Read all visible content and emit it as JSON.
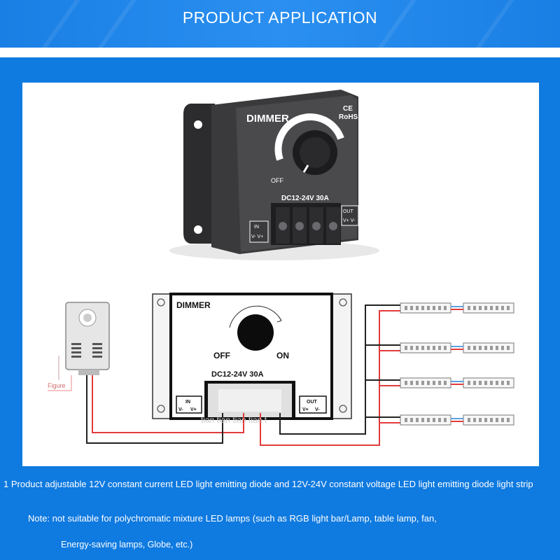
{
  "header": {
    "title": "PRODUCT APPLICATION"
  },
  "product": {
    "brand_label": "DIMMER",
    "ce_mark": "CE",
    "rohs_mark": "RoHS",
    "off_label": "OFF",
    "rating": "DC12-24V 30A",
    "in_label": "IN",
    "in_pins": "V- V+",
    "out_label": "OUT",
    "out_pins": "V+ V-"
  },
  "diagram": {
    "dimmer_label": "DIMMER",
    "off_label": "OFF",
    "on_label": "ON",
    "rating": "DC12-24V 30A",
    "in_label": "IN",
    "in_pin_neg": "V-",
    "in_pin_pos": "V+",
    "out_label": "OUT",
    "out_pin_pos": "V+",
    "out_pin_neg": "V-",
    "figure_label": "Figure",
    "watermark": "tian tian tian tian t"
  },
  "captions": {
    "line1": "1 Product adjustable 12V constant current LED light emitting diode and 12V-24V constant voltage LED light emitting diode light strip",
    "line2": "Note: not suitable for polychromatic mixture LED lamps (such as RGB light bar/Lamp, table lamp, fan,",
    "line3": "Energy-saving lamps, Globe, etc.)"
  },
  "colors": {
    "background": "#0f7ae0",
    "wire_red": "#e23b3b",
    "wire_black": "#222222",
    "device_body": "#3a3a3c"
  }
}
